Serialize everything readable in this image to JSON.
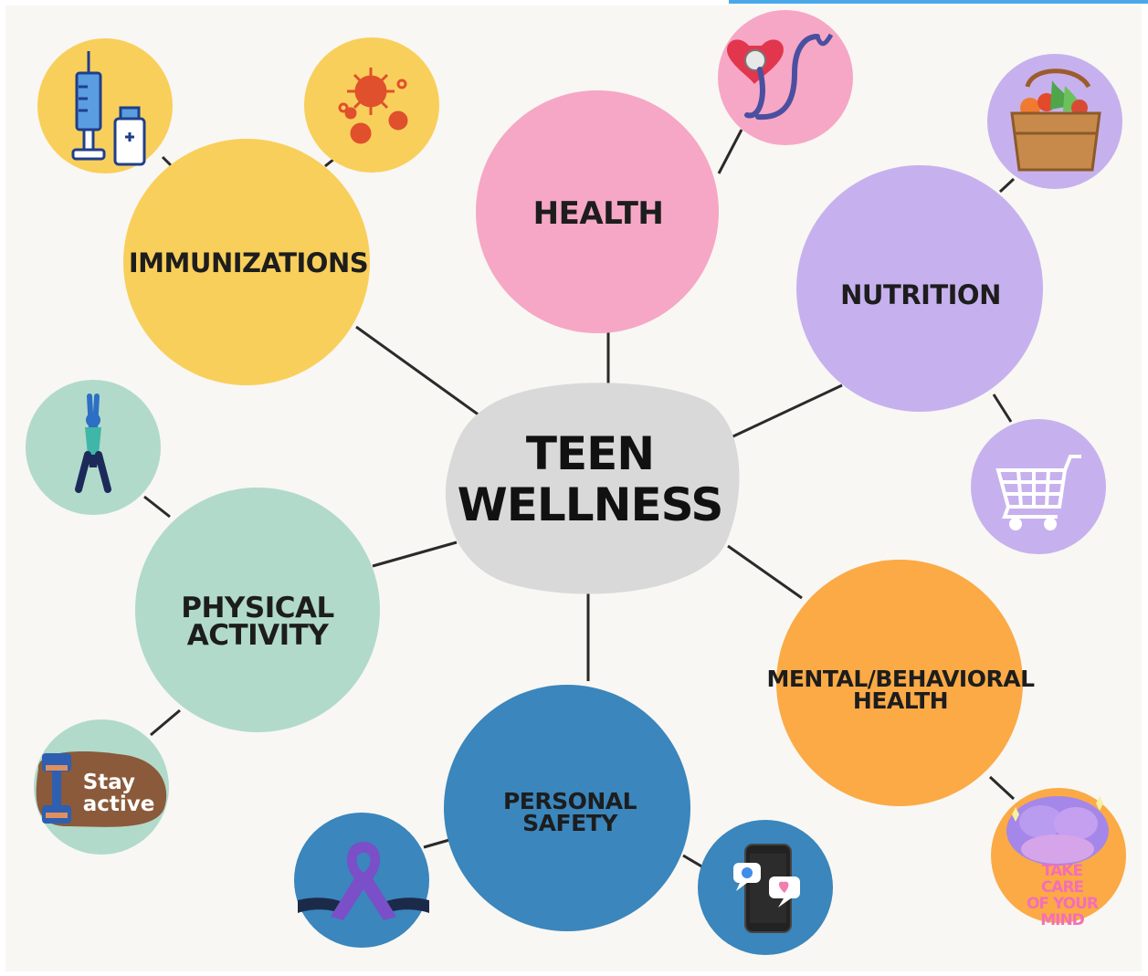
{
  "center": {
    "line1": "TEEN",
    "line2": "WELLNESS"
  },
  "nodes": {
    "immunizations": {
      "label": "IMMUNIZATIONS",
      "color": "#f9cf5b"
    },
    "health": {
      "label": "HEALTH",
      "color": "#f6a7c5"
    },
    "nutrition": {
      "label": "NUTRITION",
      "color": "#c6b1ee"
    },
    "physical": {
      "line1": "PHYSICAL",
      "line2": "ACTIVITY",
      "color": "#b1dacb"
    },
    "mental": {
      "line1": "MENTAL/BEHAVIORAL",
      "line2": "HEALTH",
      "color": "#fbaa46"
    },
    "safety": {
      "line1": "PERSONAL",
      "line2": "SAFETY",
      "color": "#3a86bd"
    }
  },
  "stickers": {
    "stay_active": {
      "line1": "Stay",
      "line2": "active"
    },
    "take_care": {
      "line1": "TAKE CARE",
      "line2": "OF YOUR",
      "line3": "MIND"
    }
  },
  "icons": {
    "syringe": "syringe-icon",
    "virus": "virus-icon",
    "stethoscope": "stethoscope-icon",
    "basket": "vegetable-basket-icon",
    "cart": "shopping-cart-icon",
    "exercise": "stretching-person-icon",
    "dumbbell": "dumbbell-icon",
    "ribbon": "awareness-ribbon-icon",
    "phone": "smartphone-icon",
    "brain": "brain-icon"
  }
}
